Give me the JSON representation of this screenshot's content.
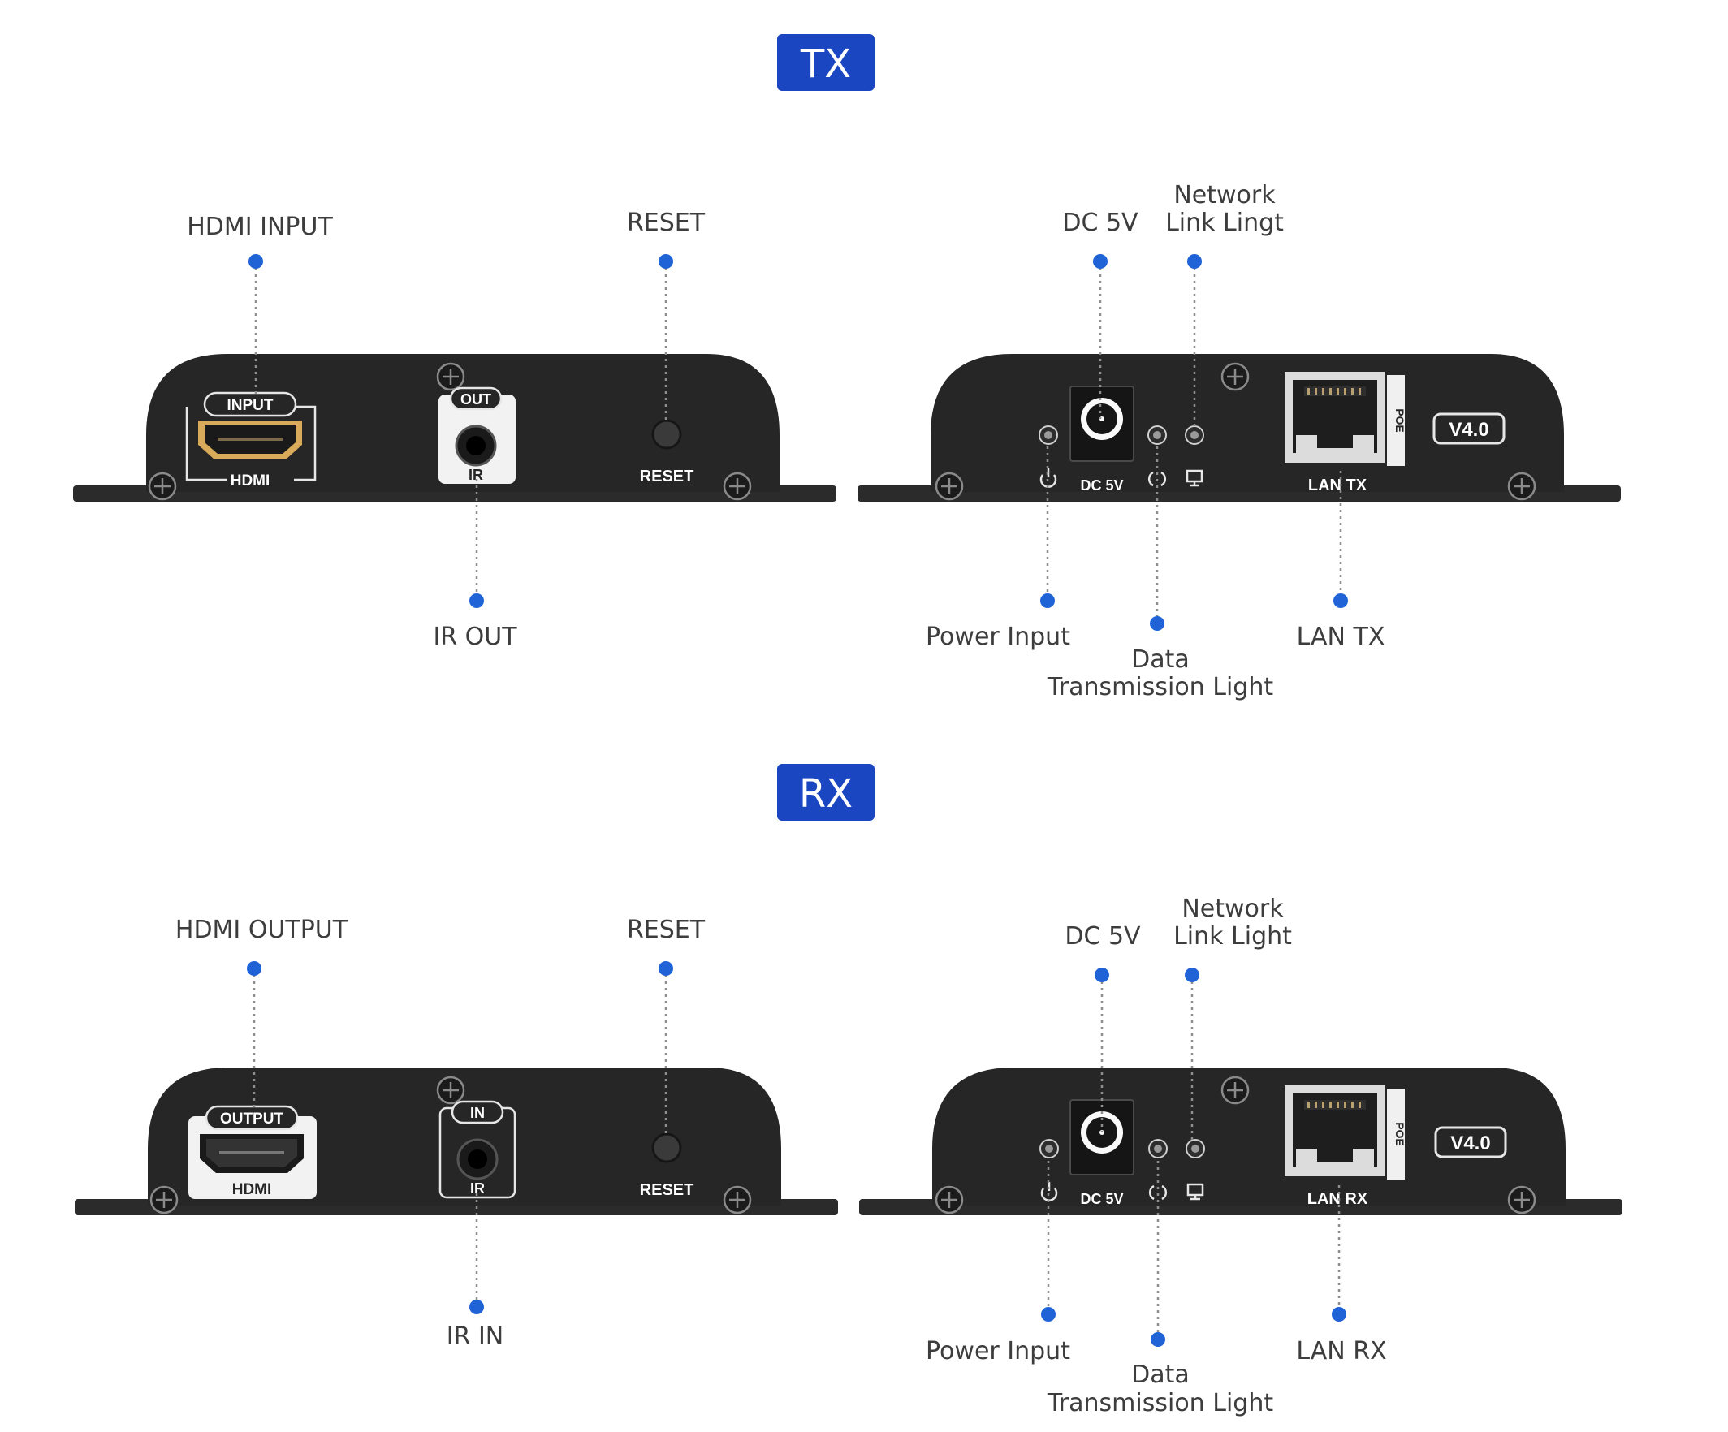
{
  "tx": {
    "badge": "TX",
    "color": "#1b46c2",
    "front": {
      "callouts": {
        "hdmi": "HDMI INPUT",
        "reset": "RESET",
        "ir": "IR OUT"
      },
      "panel": {
        "hdmi_top": "INPUT",
        "hdmi_bottom": "HDMI",
        "ir_top": "OUT",
        "ir_bottom": "IR",
        "reset": "RESET"
      }
    },
    "rear": {
      "callouts": {
        "dc": "DC 5V",
        "net_1": "Network",
        "net_2": "Link Lingt",
        "power": "Power Input",
        "data_1": "Data",
        "data_2": "Transmission Light",
        "lan": "LAN TX"
      },
      "panel": {
        "dc": "DC 5V",
        "lan": "LAN TX",
        "poe": "POE",
        "version": "V4.0"
      }
    }
  },
  "rx": {
    "badge": "RX",
    "color": "#1b46c2",
    "front": {
      "callouts": {
        "hdmi": "HDMI OUTPUT",
        "reset": "RESET",
        "ir": "IR IN"
      },
      "panel": {
        "hdmi_top": "OUTPUT",
        "hdmi_bottom": "HDMI",
        "ir_top": "IN",
        "ir_bottom": "IR",
        "reset": "RESET"
      }
    },
    "rear": {
      "callouts": {
        "dc": "DC 5V",
        "net_1": "Network",
        "net_2": "Link Light",
        "power": "Power Input",
        "data_1": "Data",
        "data_2": "Transmission Light",
        "lan": "LAN RX"
      },
      "panel": {
        "dc": "DC 5V",
        "lan": "LAN RX",
        "poe": "POE",
        "version": "V4.0"
      }
    }
  },
  "icons": [
    "power-icon",
    "data-transmission-icon",
    "network-link-icon"
  ]
}
